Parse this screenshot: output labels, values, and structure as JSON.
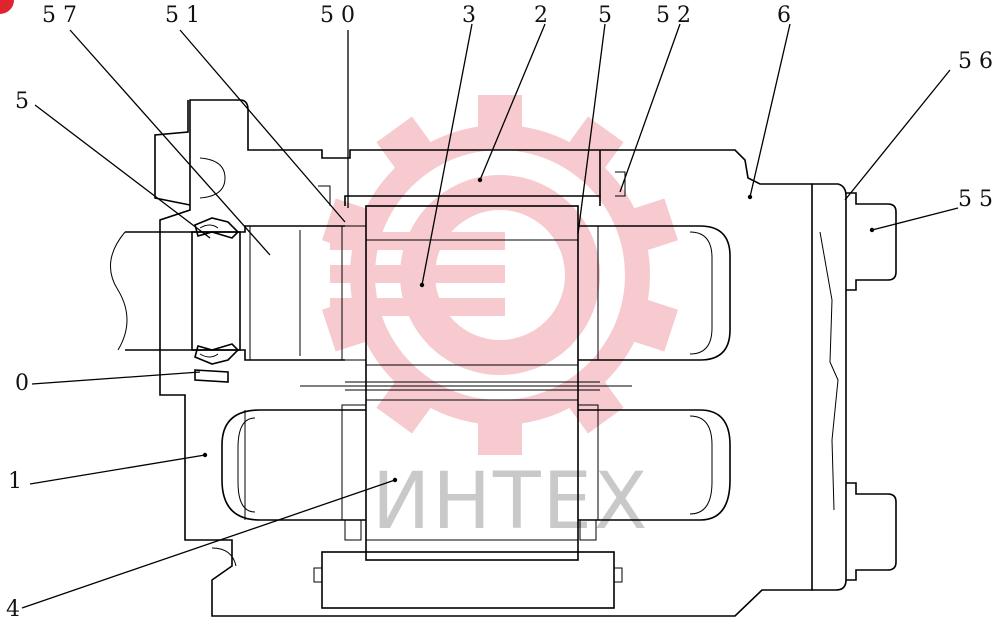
{
  "callouts": [
    {
      "id": "57",
      "text": "5 7"
    },
    {
      "id": "51",
      "text": "5 1"
    },
    {
      "id": "50",
      "text": "5 0"
    },
    {
      "id": "3",
      "text": "3"
    },
    {
      "id": "2",
      "text": "2"
    },
    {
      "id": "5top",
      "text": "5"
    },
    {
      "id": "52",
      "text": "5 2"
    },
    {
      "id": "6",
      "text": "6"
    },
    {
      "id": "56",
      "text": "5 6"
    },
    {
      "id": "55",
      "text": "5 5"
    },
    {
      "id": "5left",
      "text": "5"
    },
    {
      "id": "0",
      "text": "0"
    },
    {
      "id": "1",
      "text": "1"
    },
    {
      "id": "4",
      "text": "4"
    }
  ],
  "watermark": {
    "text": "ИНТЕХ",
    "color": "#f2a0a8"
  }
}
